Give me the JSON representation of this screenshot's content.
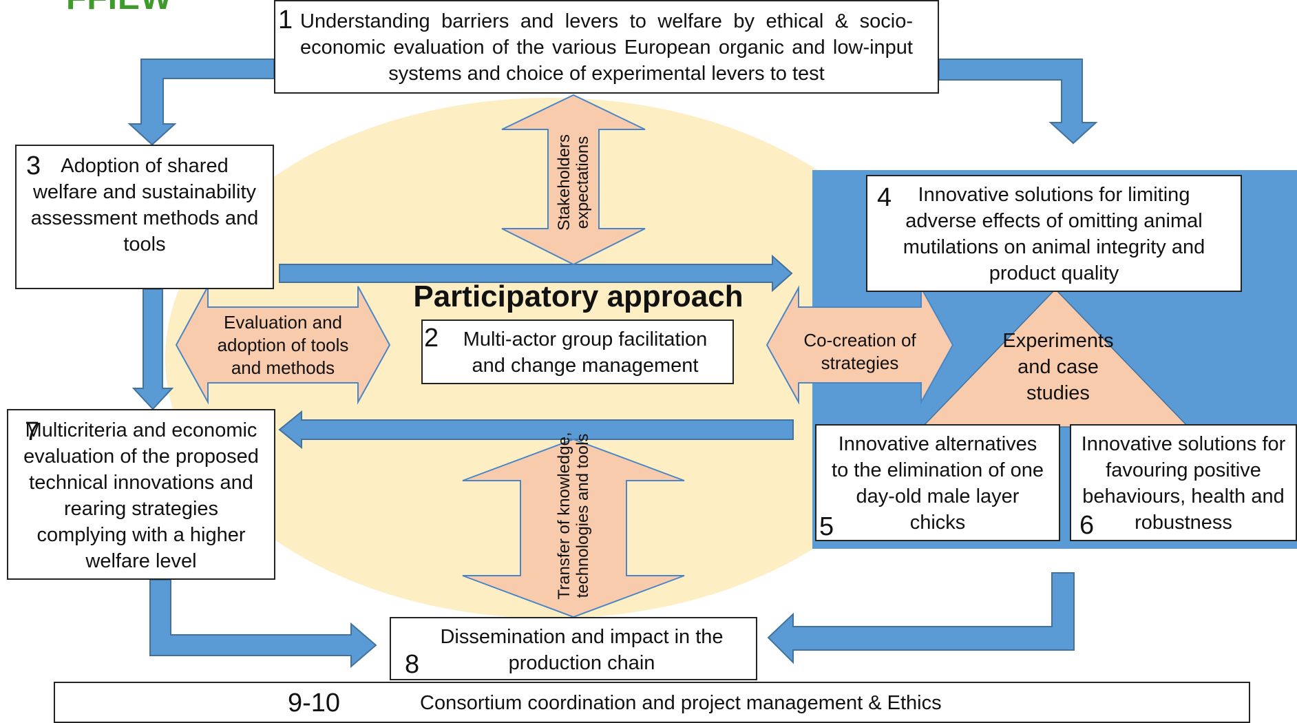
{
  "logo": {
    "text": "FFIEW",
    "color": "#3d9a2b"
  },
  "colors": {
    "blue": "#5b9bd5",
    "blue_dark": "#41719c",
    "salmon": "#f8cbad",
    "salmon_border": "#4a86c6",
    "ellipse": "#fdeec3"
  },
  "center_title": "Participatory approach",
  "boxes": {
    "b1": {
      "num": "1",
      "text": "Understanding barriers and levers to welfare by ethical & socio-economic evaluation of the various European organic and low-input systems and choice of experimental levers to test"
    },
    "b2": {
      "num": "2",
      "text": "Multi-actor group facilitation and change management"
    },
    "b3": {
      "num": "3",
      "text": "Adoption of shared welfare and sustainability assessment methods and tools"
    },
    "b4": {
      "num": "4",
      "text": "Innovative solutions for limiting adverse effects of omitting animal mutilations on animal integrity and product quality"
    },
    "b5": {
      "num": "5",
      "text": "Innovative alternatives to the elimination of one day-old male layer chicks"
    },
    "b6": {
      "num": "6",
      "text": "Innovative solutions for favouring positive behaviours, health and robustness"
    },
    "b7": {
      "num": "7",
      "text": "Multicriteria and economic evaluation of the proposed technical innovations and rearing strategies complying with a higher welfare level"
    },
    "b8": {
      "num": "8",
      "text": "Dissemination and impact in the production chain"
    },
    "b910": {
      "num": "9-10",
      "text": "Consortium coordination and project management & Ethics"
    }
  },
  "arrow_labels": {
    "stakeholders": "Stakeholders expectations",
    "evaluation": "Evaluation and adoption of tools and methods",
    "cocreation": "Co-creation of strategies",
    "transfer": "Transfer of knowledge, technologies and tools",
    "experiments": "Experiments and case studies"
  }
}
